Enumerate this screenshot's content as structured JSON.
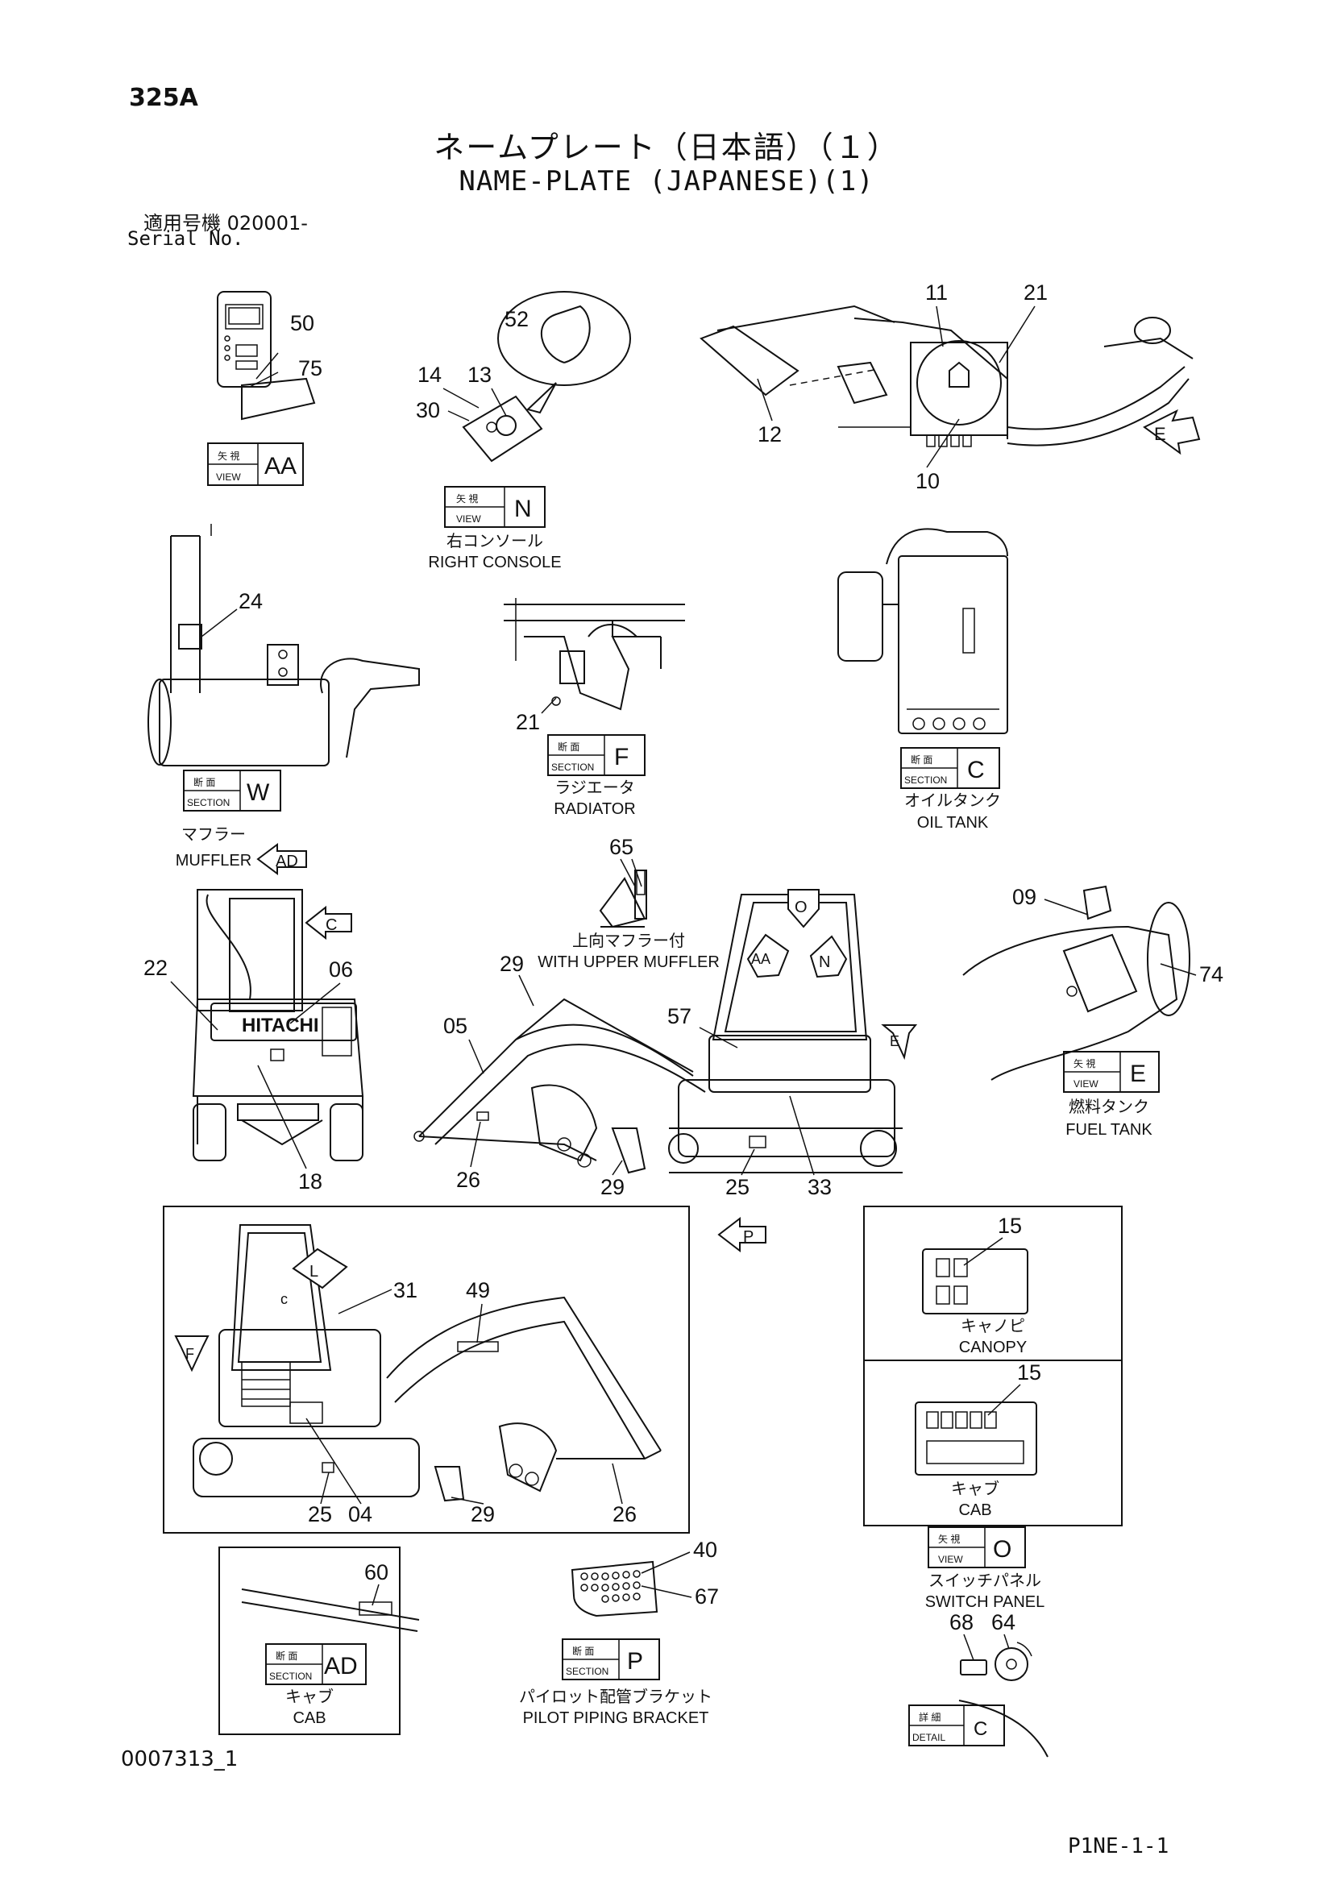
{
  "header": {
    "model": "325A",
    "title_jp": "ネームプレート（日本語）（１）",
    "title_en": "NAME-PLATE (JAPANESE)(1)",
    "serial_jp": "適用号機  020001-",
    "serial_en": "Serial No."
  },
  "footer": {
    "drawing_no": "0007313_1",
    "page_ref": "P1NE-1-1"
  },
  "ref_boxes": {
    "view_jp": "矢 視",
    "view_en": "VIEW",
    "section_jp": "断 面",
    "section_en": "SECTION",
    "detail_jp": "詳 細",
    "detail_en": "DETAIL",
    "view_aa": "AA",
    "view_n": "N",
    "view_e": "E",
    "view_o": "O",
    "section_w": "W",
    "section_f": "F",
    "section_c": "C",
    "section_ad": "AD",
    "section_p": "P",
    "detail_c": "C"
  },
  "captions": {
    "right_console_jp": "右コンソール",
    "right_console_en": "RIGHT CONSOLE",
    "radiator_jp": "ラジエータ",
    "radiator_en": "RADIATOR",
    "oil_tank_jp": "オイルタンク",
    "oil_tank_en": "OIL TANK",
    "muffler_jp": "マフラー",
    "muffler_en": "MUFFLER",
    "upper_muffler_jp": "上向マフラー付",
    "upper_muffler_en": "WITH UPPER MUFFLER",
    "fuel_tank_jp": "燃料タンク",
    "fuel_tank_en": "FUEL TANK",
    "canopy_jp": "キャノピ",
    "canopy_en": "CANOPY",
    "cab_jp": "キャブ",
    "cab_en": "CAB",
    "switch_panel_jp": "スイッチパネル",
    "switch_panel_en": "SWITCH PANEL",
    "cab2_jp": "キャブ",
    "cab2_en": "CAB",
    "pilot_jp": "パイロット配管ブラケット",
    "pilot_en": "PILOT PIPING BRACKET"
  },
  "arrows": {
    "ad": "AD",
    "c": "C",
    "e": "E",
    "p": "P",
    "f": "F",
    "o": "O",
    "aa": "AA",
    "n": "N",
    "l": "L",
    "c_small": "c"
  },
  "brand": "HITACHI",
  "part_numbers": {
    "n50": "50",
    "n75": "75",
    "n52": "52",
    "n14": "14",
    "n13": "13",
    "n30": "30",
    "n11": "11",
    "n21a": "21",
    "n12": "12",
    "n10": "10",
    "n24": "24",
    "n21b": "21",
    "n65": "65",
    "n09": "09",
    "n74": "74",
    "n22": "22",
    "n06": "06",
    "n18": "18",
    "n29a": "29",
    "n05": "05",
    "n57": "57",
    "n26a": "26",
    "n29b": "29",
    "n25a": "25",
    "n33": "33",
    "n31": "31",
    "n49": "49",
    "n25b": "25",
    "n04": "04",
    "n29c": "29",
    "n26b": "26",
    "n15a": "15",
    "n15b": "15",
    "n60": "60",
    "n40": "40",
    "n67": "67",
    "n68": "68",
    "n64": "64"
  }
}
